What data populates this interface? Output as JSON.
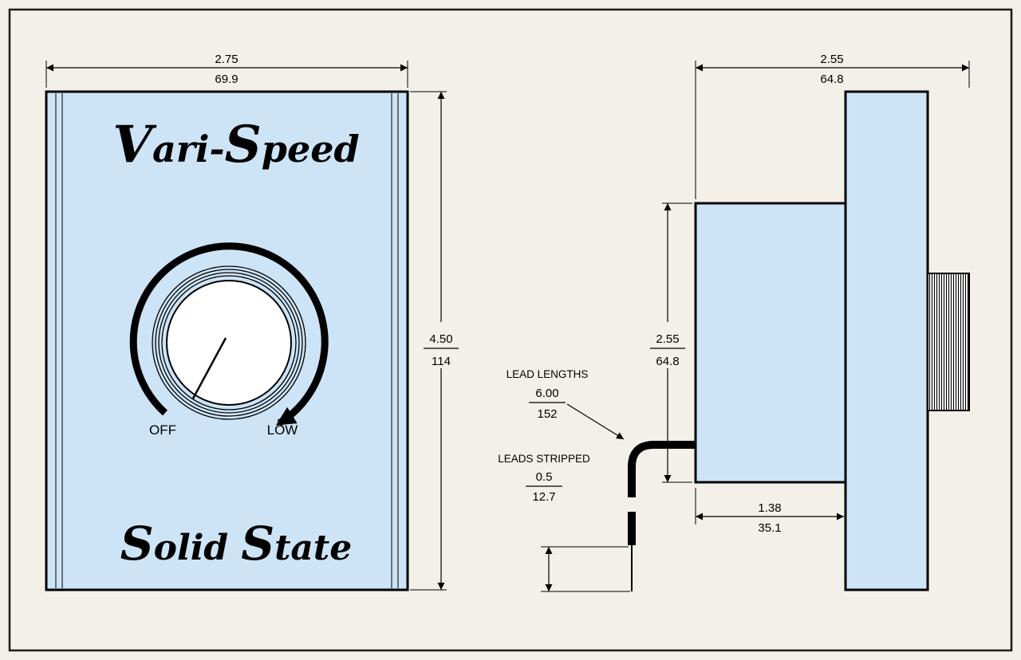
{
  "drawing": {
    "front": {
      "brand_parts": [
        "V",
        "ari-",
        "S",
        "peed"
      ],
      "model_parts": [
        "S",
        "olid",
        "S",
        "tate"
      ],
      "off_label": "OFF",
      "low_label": "LOW",
      "width_in": "2.75",
      "width_mm": "69.9",
      "height_in": "4.50",
      "height_mm": "114"
    },
    "side": {
      "depth_total_in": "2.55",
      "depth_total_mm": "64.8",
      "body_height_in": "2.55",
      "body_height_mm": "64.8",
      "body_depth_in": "1.38",
      "body_depth_mm": "35.1",
      "lead_lengths_label": "LEAD LENGTHS",
      "lead_lengths_in": "6.00",
      "lead_lengths_mm": "152",
      "leads_stripped_label": "LEADS STRIPPED",
      "leads_stripped_in": "0.5",
      "leads_stripped_mm": "12.7"
    },
    "colors": {
      "panel_fill": "#cde4f6",
      "background": "#f3f0e9",
      "line": "#000000",
      "knob_face": "#ffffff"
    }
  }
}
